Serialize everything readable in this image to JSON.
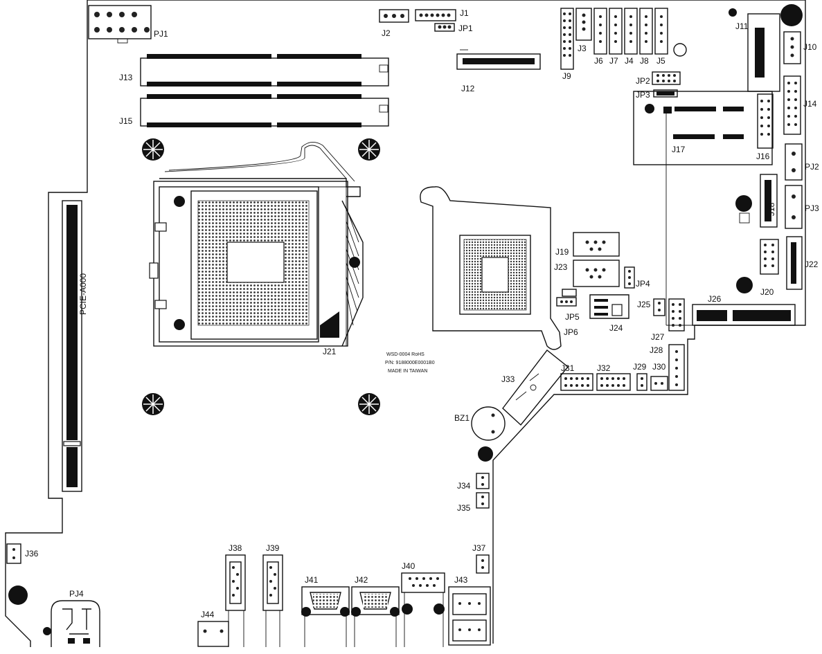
{
  "diagram": {
    "labels": {
      "PJ1": "PJ1",
      "J2": "J2",
      "J1": "J1",
      "JP1": "JP1",
      "J13": "J13",
      "J15": "J15",
      "J12": "J12",
      "J3": "J3",
      "J9": "J9",
      "J6": "J6",
      "J7": "J7",
      "J4": "J4",
      "J8": "J8",
      "J5": "J5",
      "J11": "J11",
      "J10": "J10",
      "JP2": "JP2",
      "JP3": "JP3",
      "J14": "J14",
      "J17": "J17",
      "J16": "J16",
      "PJ2": "PJ2",
      "PJ3": "PJ3",
      "J18": "J18",
      "J22": "J22",
      "J20": "J20",
      "J19": "J19",
      "J23": "J23",
      "JP4": "JP4",
      "JP5": "JP5",
      "JP6": "JP6",
      "J24": "J24",
      "J25": "J25",
      "J26": "J26",
      "J27": "J27",
      "J28": "J28",
      "J21": "J21",
      "J31": "J31",
      "J32": "J32",
      "J29": "J29",
      "J30": "J30",
      "J33": "J33",
      "BZ1": "BZ1",
      "J34": "J34",
      "J35": "J35",
      "J36": "J36",
      "J37": "J37",
      "J38": "J38",
      "J39": "J39",
      "J40": "J40",
      "J41": "J41",
      "J42": "J42",
      "J43": "J43",
      "PJ4": "PJ4",
      "J44": "J44",
      "PCIE": "PCIE-A000"
    },
    "silkscreen": {
      "line1": "WSD-0004 RoHS",
      "line2": "P/N: 9188000E0001B0",
      "line3": "MADE IN TAIWAN"
    }
  }
}
